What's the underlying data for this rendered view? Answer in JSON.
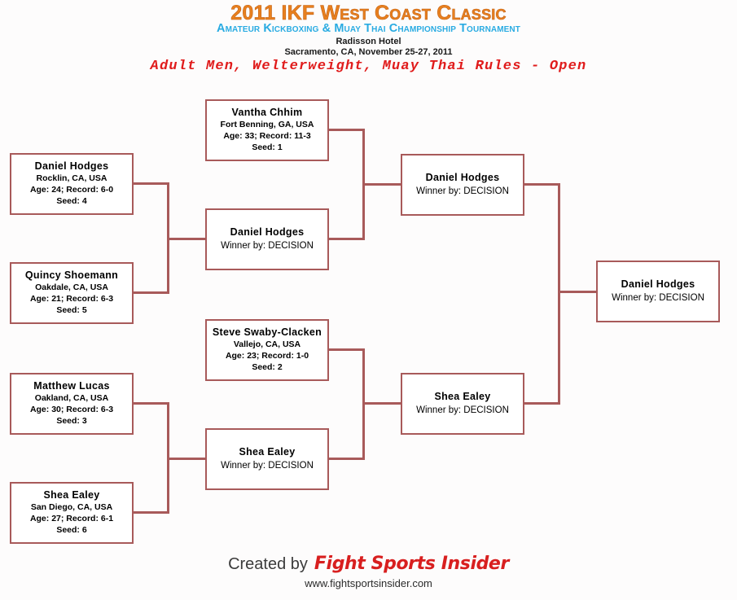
{
  "header": {
    "title": "2011 IKF West Coast Classic",
    "subtitle": "Amateur Kickboxing & Muay Thai Championship Tournament",
    "venue": "Radisson Hotel",
    "location_date": "Sacramento, CA, November 25-27, 2011",
    "division": "Adult Men, Welterweight, Muay Thai Rules - Open"
  },
  "colors": {
    "title": "#e8801e",
    "subtitle": "#29abe2",
    "division": "#e01b1b",
    "bracket_line": "#a85a5a",
    "logo": "#d81f1f"
  },
  "bracket": {
    "round1": [
      {
        "name": "Daniel  Hodges",
        "city": "Rocklin, CA, USA",
        "record": "Age: 24; Record: 6-0",
        "seed": "Seed: 4"
      },
      {
        "name": "Quincy  Shoemann",
        "city": "Oakdale, CA, USA",
        "record": "Age: 21; Record: 6-3",
        "seed": "Seed: 5"
      },
      {
        "name": "Matthew  Lucas",
        "city": "Oakland, CA, USA",
        "record": "Age: 30; Record: 6-3",
        "seed": "Seed: 3"
      },
      {
        "name": "Shea  Ealey",
        "city": "San Diego, CA, USA",
        "record": "Age: 27; Record: 6-1",
        "seed": "Seed: 6"
      }
    ],
    "round2": [
      {
        "name": "Vantha  Chhim",
        "city": "Fort Benning, GA, USA",
        "record": "Age: 33; Record: 11-3",
        "seed": "Seed: 1"
      },
      {
        "name": "Daniel  Hodges",
        "result": "Winner by: DECISION"
      },
      {
        "name": "Steve  Swaby-Clacken",
        "city": "Vallejo, CA, USA",
        "record": "Age: 23; Record: 1-0",
        "seed": "Seed: 2"
      },
      {
        "name": "Shea  Ealey",
        "result": "Winner by: DECISION"
      }
    ],
    "semifinals": [
      {
        "name": "Daniel  Hodges",
        "result": "Winner by: DECISION"
      },
      {
        "name": "Shea  Ealey",
        "result": "Winner by: DECISION"
      }
    ],
    "champion": {
      "name": "Daniel  Hodges",
      "result": "Winner by: DECISION"
    }
  },
  "footer": {
    "created_by": "Created by",
    "logo": "Fight Sports Insider",
    "url": "www.fightsportsinsider.com"
  }
}
